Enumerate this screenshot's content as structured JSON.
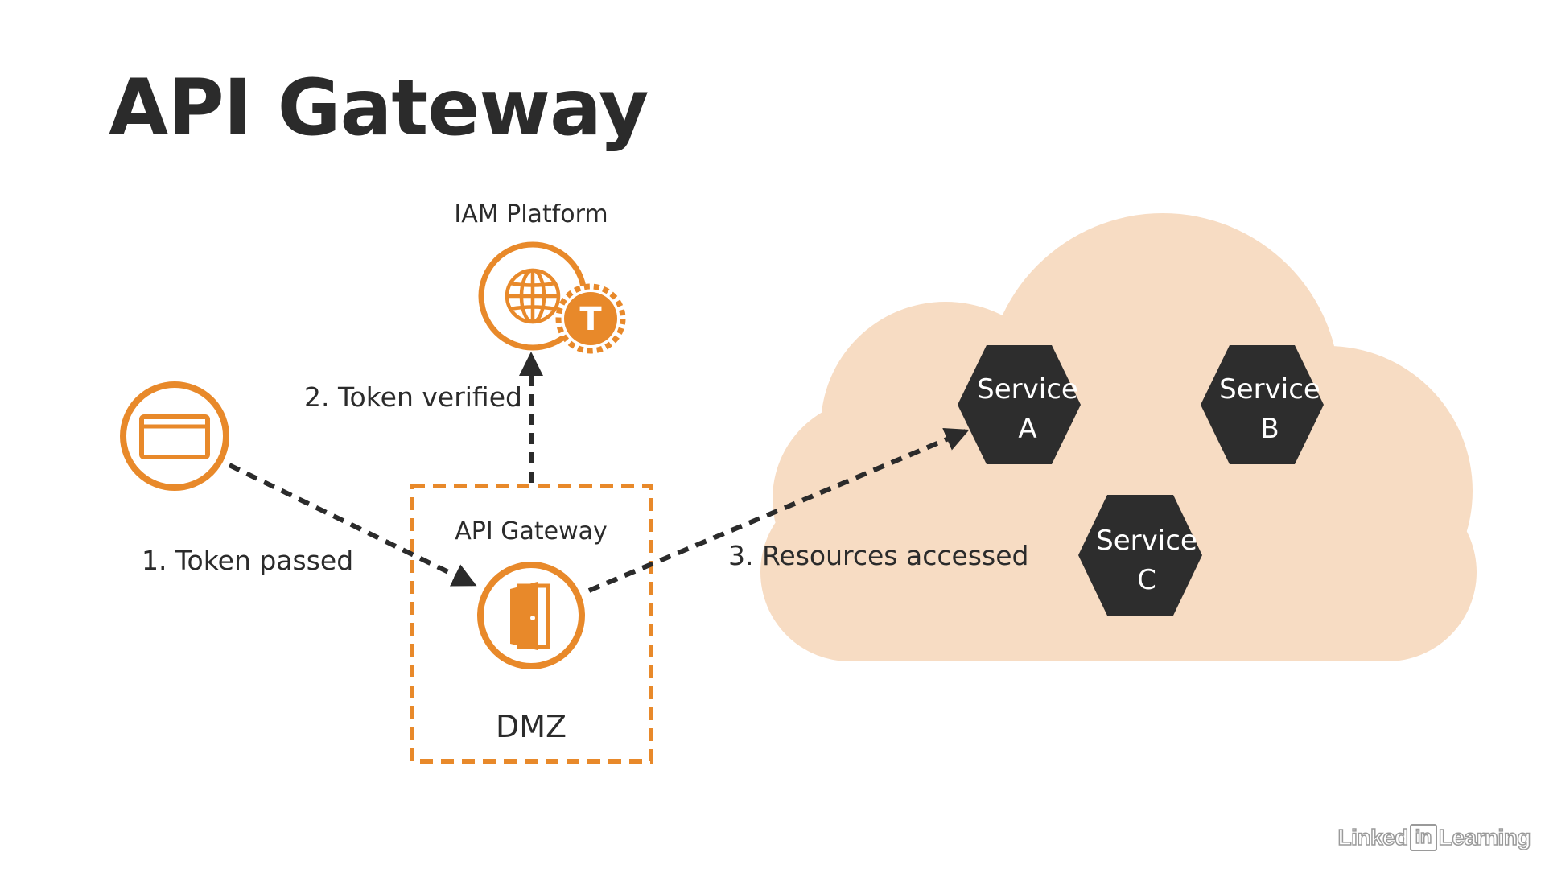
{
  "title": "API Gateway",
  "nodes": {
    "iam_platform": {
      "label": "IAM Platform",
      "badge": "T",
      "icon": "globe-icon"
    },
    "client": {
      "icon": "browser-window-icon"
    },
    "gateway": {
      "label": "API Gateway",
      "icon": "door-icon"
    },
    "dmz": {
      "label": "DMZ"
    }
  },
  "services": [
    {
      "name": "Service",
      "letter": "A"
    },
    {
      "name": "Service",
      "letter": "B"
    },
    {
      "name": "Service",
      "letter": "C"
    }
  ],
  "steps": [
    {
      "label": "1. Token passed"
    },
    {
      "label": "2. Token verified"
    },
    {
      "label": "3. Resources accessed"
    }
  ],
  "watermark": {
    "left": "Linked",
    "box": "in",
    "right": "Learning"
  },
  "colors": {
    "accent": "#e8892a",
    "cloud": "#f7dcc3",
    "hexagon": "#2d2d2d",
    "text": "#2b2b2b"
  }
}
